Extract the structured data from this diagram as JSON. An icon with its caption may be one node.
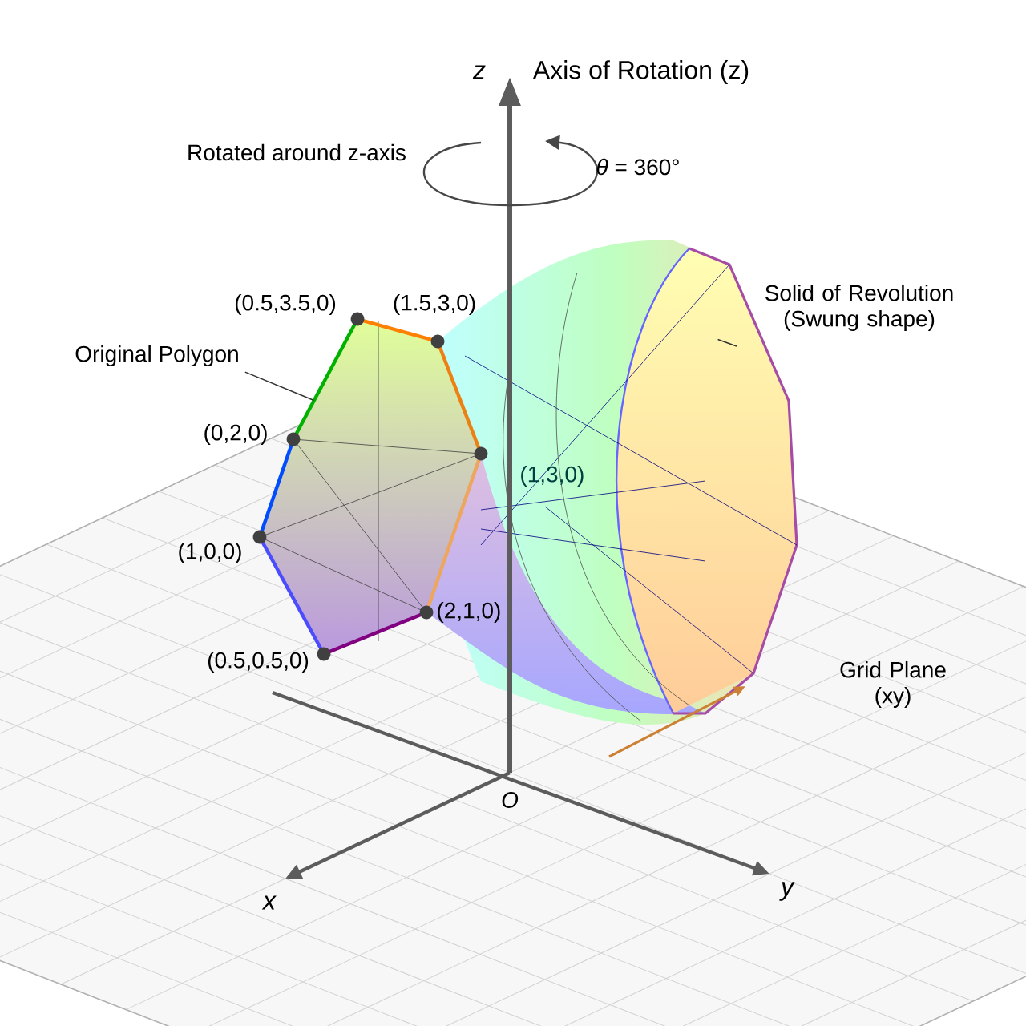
{
  "diagram": {
    "nodes": [
      {
        "text": [
          "Original Polygon"
        ]
      },
      {
        "text": [],
        "shape": "picture"
      },
      {
        "text": [
          "Solid of Revolution (Swung shape)"
        ]
      },
      {
        "text": [],
        "shape": "picture"
      }
    ],
    "edges": [
      {
        "from": 0,
        "to": 1,
        "arrow": "none"
      },
      {
        "from": 2,
        "to": 3,
        "arrow": "none"
      }
    ],
    "labels": [
      "z",
      "Axis of Rotation (z)",
      "Rotated around z-axis",
      "*θ* = 360°",
      "(0.5,3.5,0)",
      "(1.5,3,0)",
      "(0,2,0)",
      "(1,3,0)",
      "(1,0,0)",
      "(2,1,0)",
      "(0.5,0.5,0)",
      "Grid Plane (xy)",
      "O",
      "x",
      "y"
    ]
  }
}
